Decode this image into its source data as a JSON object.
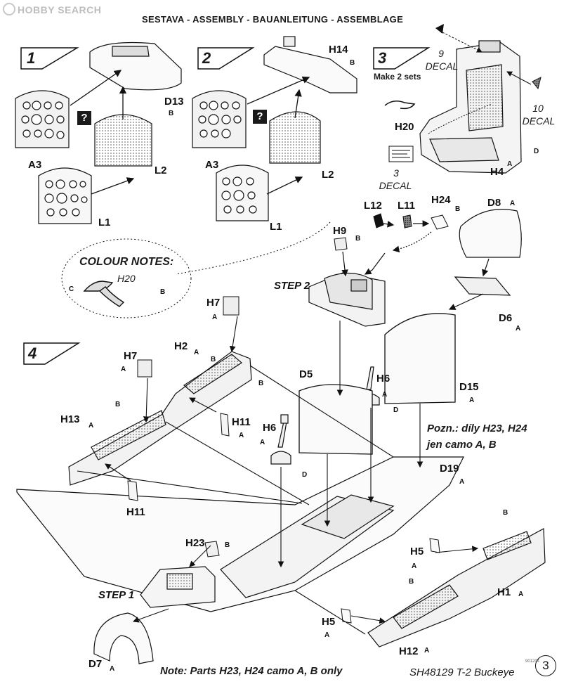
{
  "header": {
    "logo_text": "HOBBY SEARCH",
    "title": "SESTAVA -  ASSEMBLY - BAUANLEITUNG - ASSEMBLAGE"
  },
  "steps": {
    "s1": "1",
    "s2": "2",
    "s3": "3",
    "s4": "4"
  },
  "step1": {
    "a3": "A3",
    "l2": "L2",
    "l1": "L1",
    "d13": "D13",
    "d13_color": "B",
    "qmark": "?"
  },
  "step2": {
    "a3": "A3",
    "l2": "L2",
    "l1": "L1",
    "h14": "H14",
    "h14_color": "B",
    "qmark": "?"
  },
  "step3": {
    "make_sets": "Make 2 sets",
    "decal9": "9",
    "decal9_label": "DECAL",
    "decal10": "10",
    "decal10_label": "DECAL",
    "decal3": "3",
    "decal3_label": "DECAL",
    "h20": "H20",
    "h4": "H4",
    "h4_color": "A",
    "seat_color": "D"
  },
  "colour_notes": {
    "title": "COLOUR NOTES:",
    "part": "H20",
    "left_color": "C",
    "right_color": "B"
  },
  "step2_sub": {
    "label": "STEP 2",
    "l12": "L12",
    "l11": "L11",
    "h24": "H24",
    "h24_color": "B",
    "h9": "H9",
    "h9_color": "B",
    "d8": "D8",
    "d8_color": "A",
    "d6": "D6",
    "d6_color": "A"
  },
  "step4": {
    "h7a": "H7",
    "h7a_color": "A",
    "h7b": "H7",
    "h7b_color": "A",
    "h2": "H2",
    "h2_color": "A",
    "h13": "H13",
    "h13_color": "A",
    "b_color": "B",
    "h11a": "H11",
    "h11a_color": "A",
    "h11b": "H11",
    "h6a": "H6",
    "h6a_color": "A",
    "h6a_top": "B",
    "h6a_bot": "D",
    "h6b": "H6",
    "h6b_color": "A",
    "h6b_bot": "D",
    "d5": "D5",
    "d15": "D15",
    "d15_color": "A",
    "d19": "D19",
    "d19_color": "A",
    "h23": "H23",
    "h23_color": "B",
    "step1_label": "STEP 1",
    "h5a": "H5",
    "h5a_color": "A",
    "h5b": "H5",
    "h5b_color": "A",
    "h1": "H1",
    "h1_color": "A",
    "h12": "H12",
    "h12_color": "A",
    "d7": "D7",
    "d7_color": "A",
    "rear_b": "B",
    "mid_b": "B"
  },
  "notes": {
    "pozn_line1": "Pozn.: díly H23, H24",
    "pozn_line2": "jen camo A, B",
    "bottom": "Note: Parts H23, H24 camo A, B only"
  },
  "footer": {
    "code": "SH48129 T-2 Buckeye",
    "page": "3",
    "tiny": "901204"
  }
}
